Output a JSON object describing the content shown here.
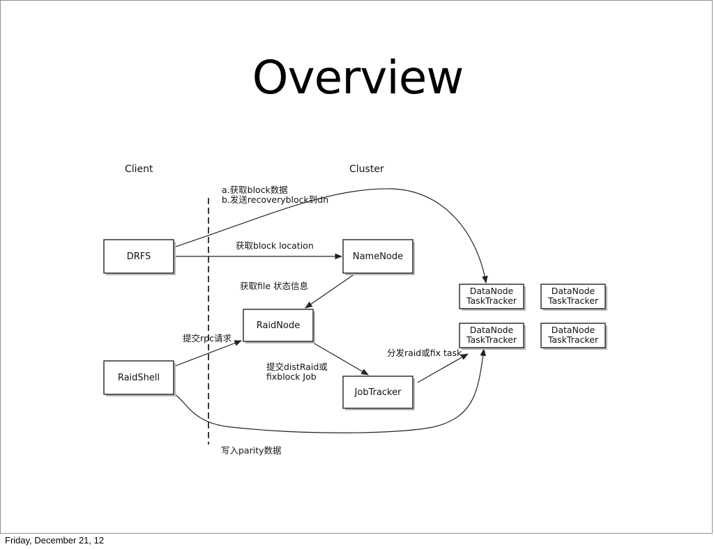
{
  "title": "Overview",
  "footer": "Friday, December 21, 12",
  "diagram": {
    "headers": {
      "client": "Client",
      "cluster": "Cluster"
    },
    "nodes": {
      "drfs": "DRFS",
      "raidshell": "RaidShell",
      "namenode": "NameNode",
      "raidnode": "RaidNode",
      "jobtracker": "JobTracker",
      "datanode_1": [
        "DataNode",
        "TaskTracker"
      ],
      "datanode_2": [
        "DataNode",
        "TaskTracker"
      ],
      "datanode_3": [
        "DataNode",
        "TaskTracker"
      ],
      "datanode_4": [
        "DataNode",
        "TaskTracker"
      ]
    },
    "edge_labels": {
      "fetch_block_line1": "a.获取block数据",
      "fetch_block_line2": "b.发送recoveryblock到dn",
      "block_location": "获取block location",
      "file_status": "获取file 状态信息",
      "submit_rpc": "提交rpc请求",
      "submit_job_line1": "提交distRaid或",
      "submit_job_line2": "fixblock Job",
      "dispatch_task": "分发raid或fix task",
      "write_parity": "写入parity数据"
    }
  }
}
